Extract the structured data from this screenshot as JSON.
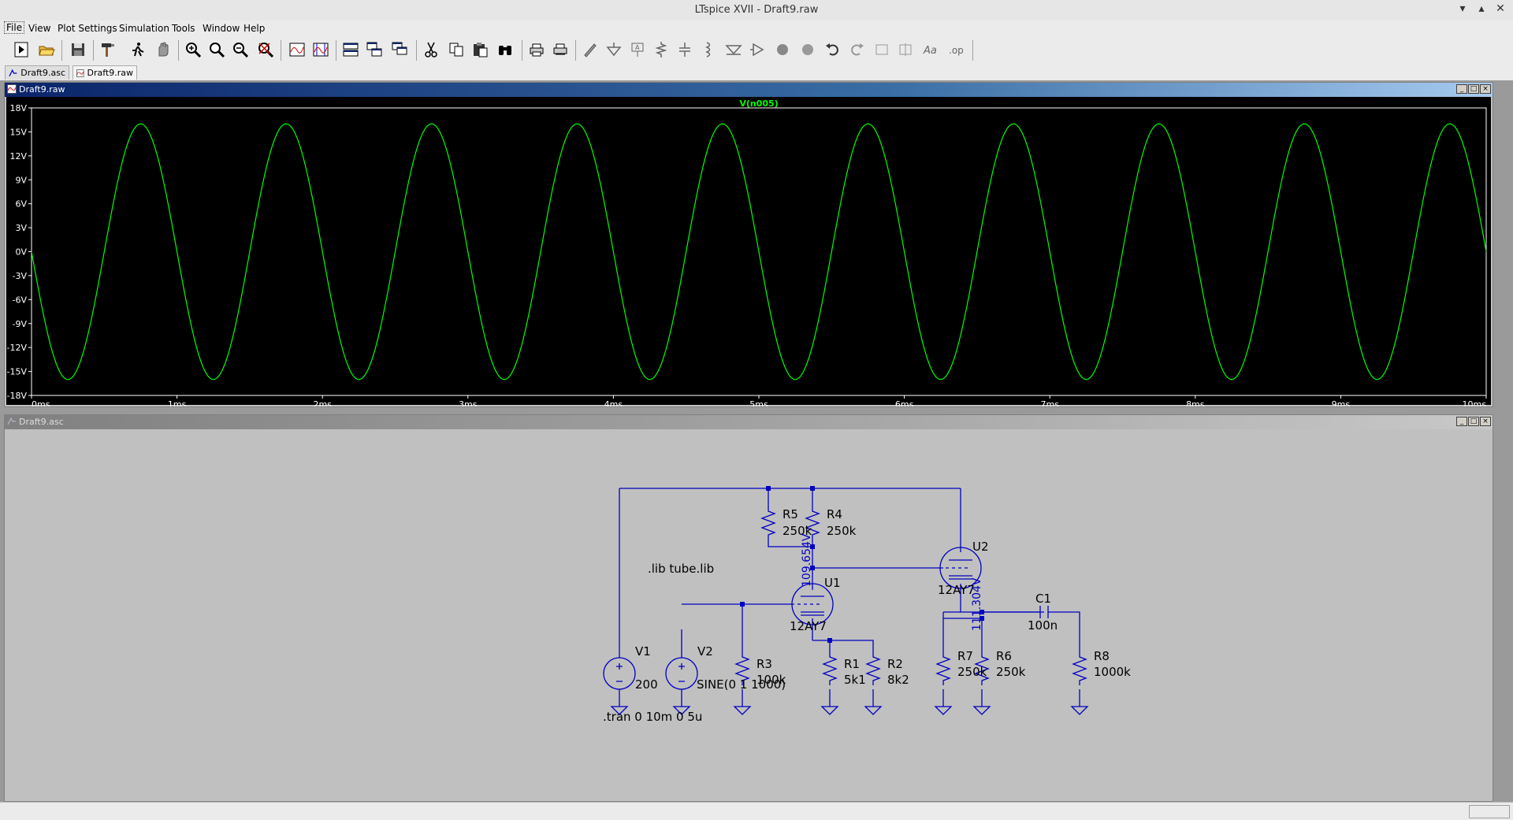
{
  "window": {
    "title": "LTspice XVII - Draft9.raw"
  },
  "menu": [
    "File",
    "View",
    "Plot Settings",
    "Simulation",
    "Tools",
    "Window",
    "Help"
  ],
  "tabs": [
    {
      "label": "Draft9.asc",
      "icon": "schematic-icon",
      "active": false
    },
    {
      "label": "Draft9.raw",
      "icon": "waveform-icon",
      "active": true
    }
  ],
  "plot_window": {
    "title": "Draft9.raw",
    "trace_color": "#00ff00",
    "axis_color": "#ffffff",
    "grid_color": "#808080"
  },
  "chart_data": {
    "type": "line",
    "title": "",
    "series": [
      {
        "name": "V(n005)",
        "color": "#00ff00",
        "amplitude": 16,
        "frequency_hz": 1000,
        "phase_deg": 180,
        "offset": 0
      }
    ],
    "xlim": [
      0,
      10
    ],
    "ylim": [
      -18,
      18
    ],
    "x_ticks": [
      "0ms",
      "1ms",
      "2ms",
      "3ms",
      "4ms",
      "5ms",
      "6ms",
      "7ms",
      "8ms",
      "9ms",
      "10ms"
    ],
    "y_ticks": [
      "18V",
      "15V",
      "12V",
      "9V",
      "6V",
      "3V",
      "0V",
      "-3V",
      "-6V",
      "-9V",
      "-12V",
      "-15V",
      "-18V"
    ],
    "xlabel": "",
    "ylabel": "",
    "grid": false
  },
  "schematic_window": {
    "title": "Draft9.asc",
    "wire_color": "#0000c0",
    "text_color": "#000000",
    "directives": {
      "lib": ".lib tube.lib",
      "tran": ".tran 0 10m 0 5u"
    },
    "components": {
      "R5": {
        "name": "R5",
        "value": "250k"
      },
      "R4": {
        "name": "R4",
        "value": "250k"
      },
      "U1": {
        "name": "U1",
        "value": "12AY7"
      },
      "U2": {
        "name": "U2",
        "value": "12AY7"
      },
      "C1": {
        "name": "C1",
        "value": "100n"
      },
      "V1": {
        "name": "V1",
        "value": "200"
      },
      "V2": {
        "name": "V2",
        "value": "SINE(0 1 1000)"
      },
      "R3": {
        "name": "R3",
        "value": "100k"
      },
      "R1": {
        "name": "R1",
        "value": "5k1"
      },
      "R2": {
        "name": "R2",
        "value": "8k2"
      },
      "R7": {
        "name": "R7",
        "value": "250k"
      },
      "R6": {
        "name": "R6",
        "value": "250k"
      },
      "R8": {
        "name": "R8",
        "value": "1000k"
      }
    },
    "node_voltages": {
      "n1": "109.654V",
      "n2": "111.304V"
    }
  }
}
